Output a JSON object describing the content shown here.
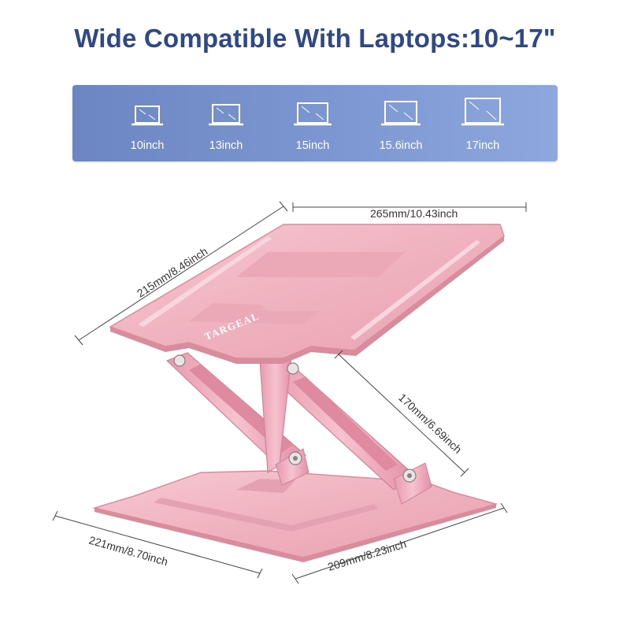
{
  "headline": "Wide Compatible With Laptops:10~17\"",
  "sizes": [
    {
      "label": "10inch",
      "icon": "laptop-icon"
    },
    {
      "label": "13inch",
      "icon": "laptop-icon"
    },
    {
      "label": "15inch",
      "icon": "laptop-icon"
    },
    {
      "label": "15.6inch",
      "icon": "laptop-icon"
    },
    {
      "label": "17inch",
      "icon": "laptop-icon"
    }
  ],
  "dimensions": {
    "top_width": "265mm/10.43inch",
    "top_depth": "215mm/8.46inch",
    "height": "170mm/6.69inch",
    "base_depth": "221mm/8.70inch",
    "base_width": "209mm/8.23inch"
  },
  "brand": "TARGEAL",
  "colors": {
    "headline": "#2f4886",
    "bar": "#7d97d2",
    "stand": "#f2b7c2",
    "stand_shadow": "#d88c9c"
  }
}
